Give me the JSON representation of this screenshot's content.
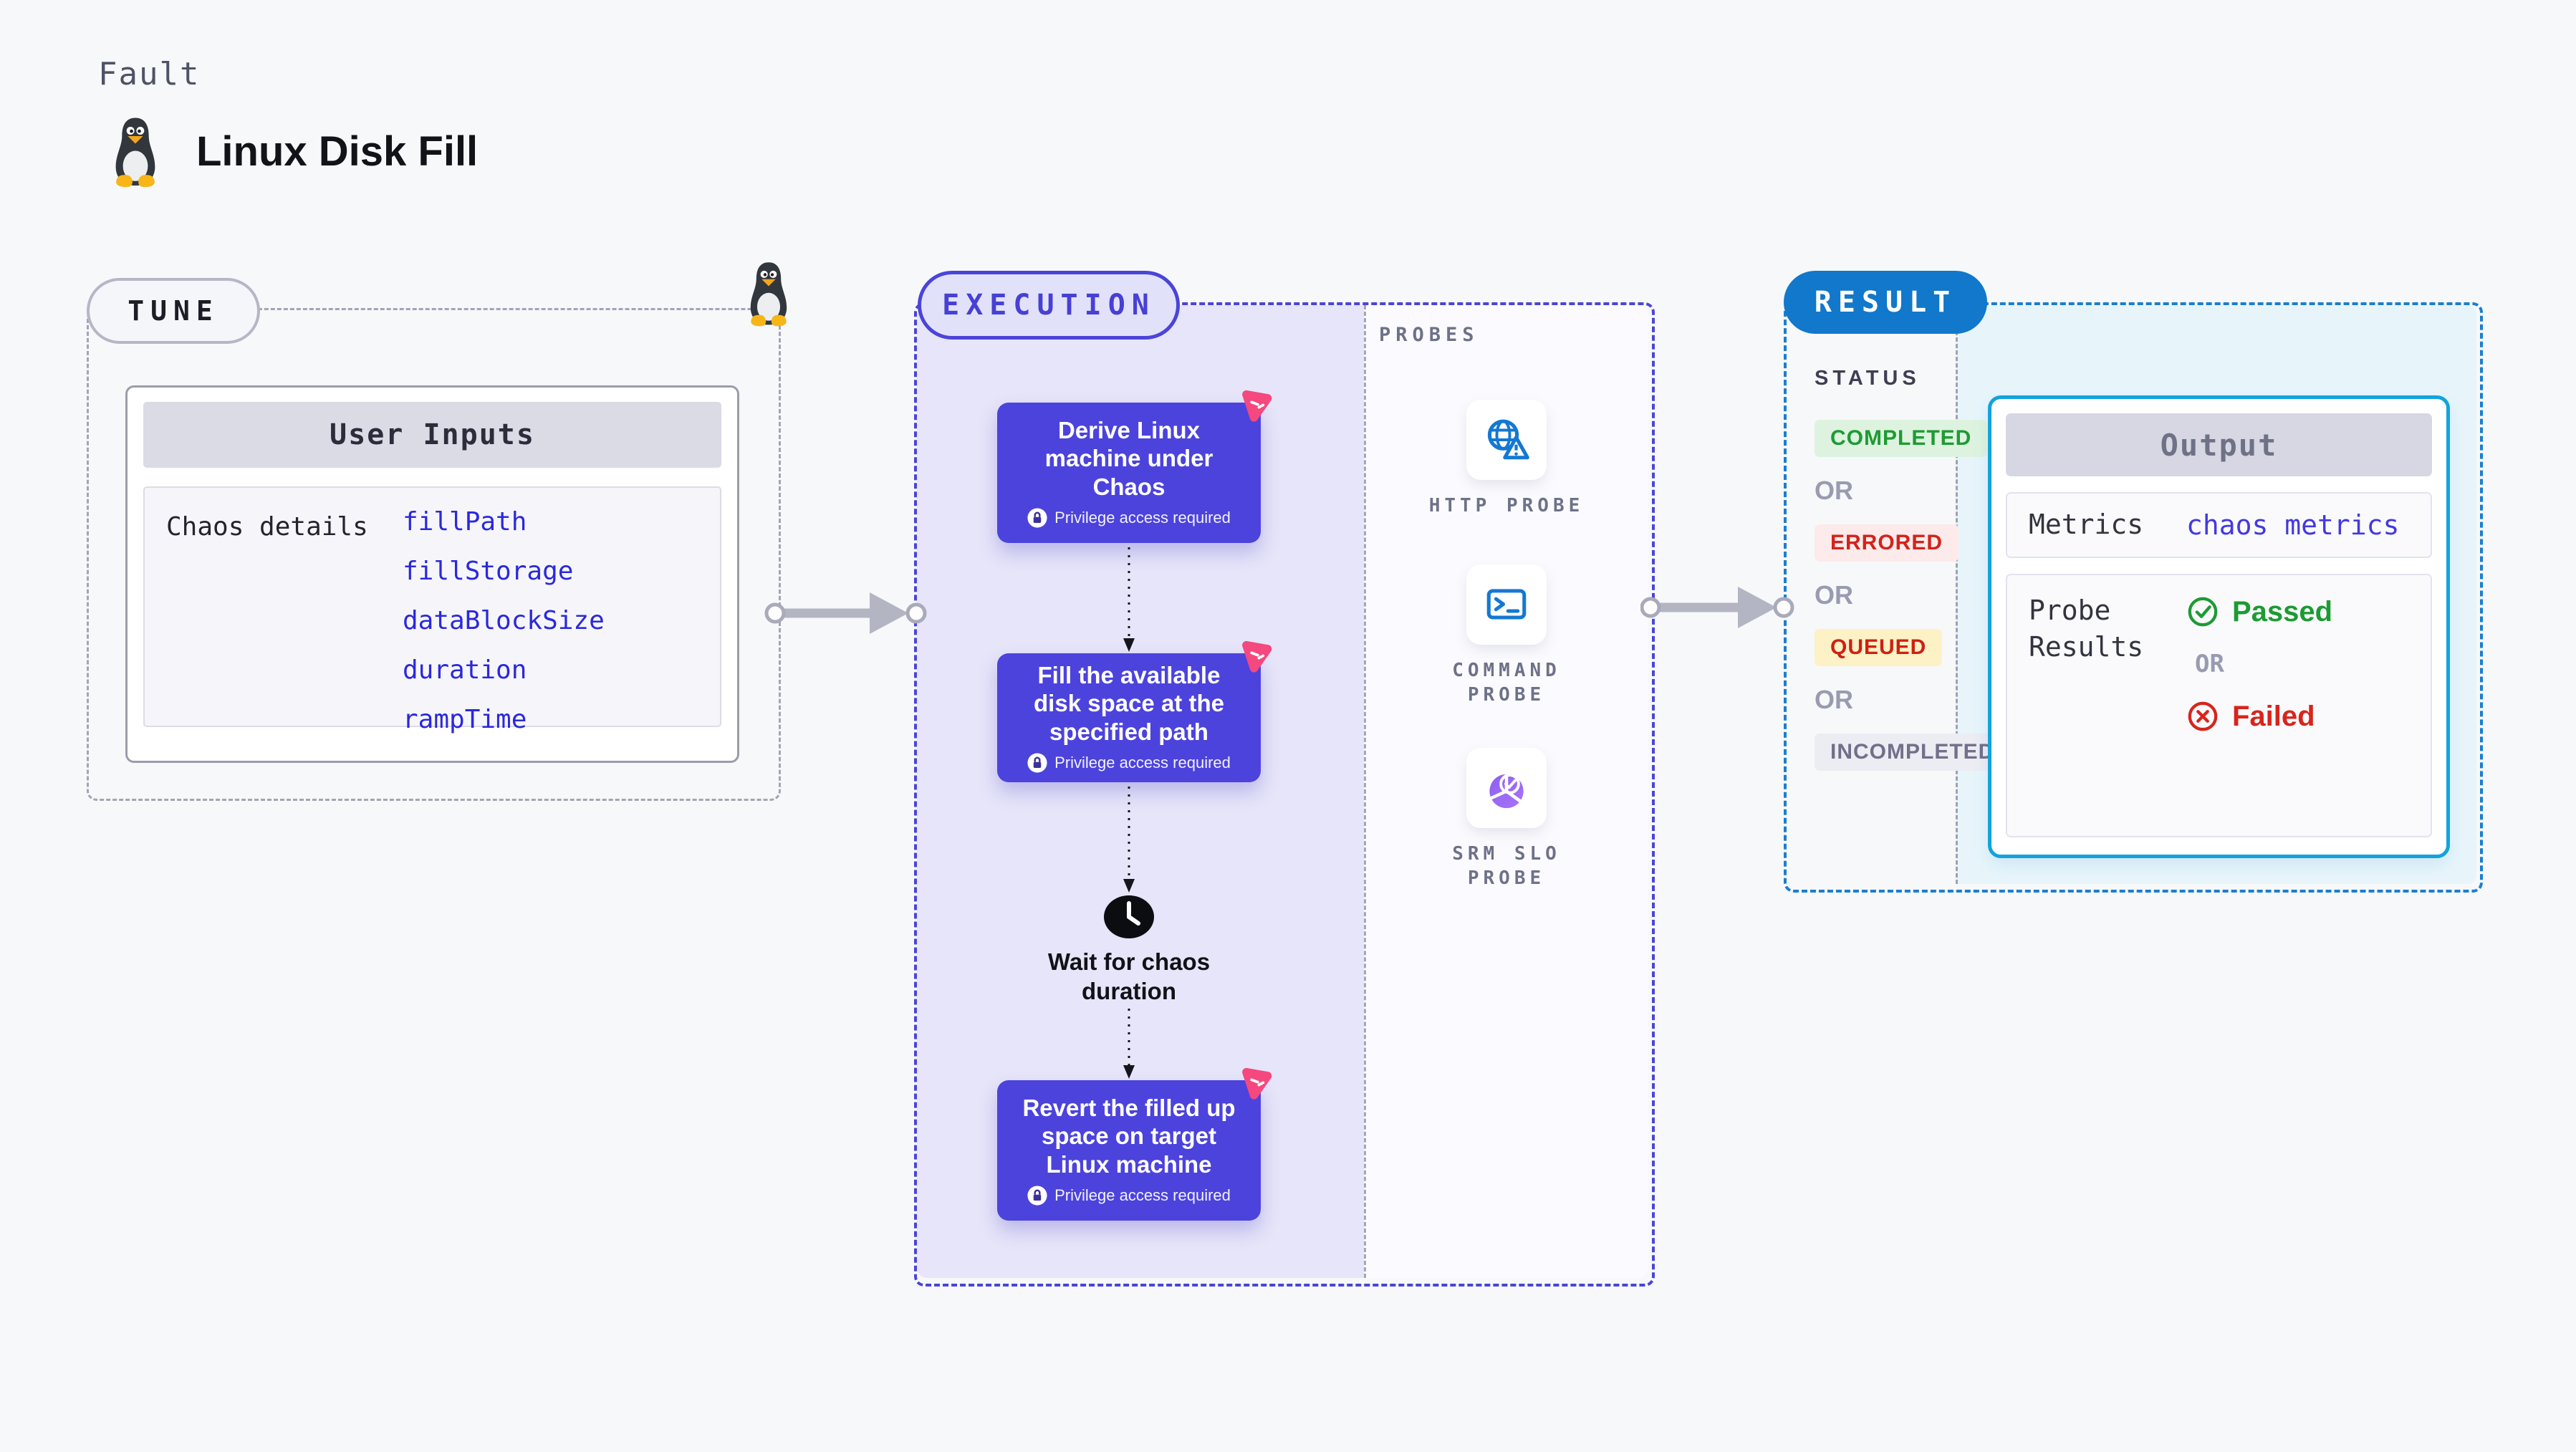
{
  "header": {
    "kicker": "Fault",
    "title": "Linux Disk Fill"
  },
  "tune": {
    "badge": "TUNE",
    "card_title": "User Inputs",
    "row_label": "Chaos details",
    "inputs": [
      "fillPath",
      "fillStorage",
      "dataBlockSize",
      "duration",
      "rampTime"
    ]
  },
  "execution": {
    "badge": "EXECUTION",
    "nodes": [
      {
        "lines": [
          "Derive Linux",
          "machine under",
          "Chaos"
        ],
        "note": "Privilege access required"
      },
      {
        "lines": [
          "Fill the available",
          "disk space at the",
          "specified path"
        ],
        "note": "Privilege access required"
      },
      {
        "lines": [
          "Revert the filled up",
          "space on target",
          "Linux machine"
        ],
        "note": "Privilege access required"
      }
    ],
    "wait_lines": [
      "Wait for chaos",
      "duration"
    ],
    "probes": {
      "label": "PROBES",
      "items": [
        {
          "lines": [
            "HTTP PROBE"
          ]
        },
        {
          "lines": [
            "COMMAND",
            "PROBE"
          ]
        },
        {
          "lines": [
            "SRM SLO",
            "PROBE"
          ]
        }
      ]
    }
  },
  "result": {
    "badge": "RESULT",
    "status_label": "STATUS",
    "or_label": "OR",
    "statuses": [
      {
        "label": "COMPLETED",
        "fg": "#1d9b33",
        "bg": "#ddf3df"
      },
      {
        "label": "ERRORED",
        "fg": "#d2231c",
        "bg": "#fcebea"
      },
      {
        "label": "QUEUED",
        "fg": "#ce2013",
        "bg": "#fdf1c6"
      },
      {
        "label": "INCOMPLETED",
        "fg": "#70708a",
        "bg": "#ececf3"
      }
    ],
    "output": {
      "title": "Output",
      "metrics_label": "Metrics",
      "metrics_value": "chaos metrics",
      "probe_results_label": "Probe Results",
      "passed_label": "Passed",
      "failed_label": "Failed"
    }
  },
  "colors": {
    "page_bg": "#f7f8fa",
    "tune_border": "#a3a4b4",
    "execution_accent": "#4b44d8",
    "execution_fill": "#e6e5f9",
    "node_bg": "#4c43dd",
    "chaos_pink": "#f4487f",
    "result_badge": "#1178cb",
    "result_dash": "#1a7ed0",
    "output_border": "#12a3dd",
    "result_fill": "#e7f5fb",
    "link_blue": "#2b28dd",
    "passed_green": "#1d9b33",
    "failed_red": "#d7251c",
    "probe_icon_blue": "#1478d2"
  }
}
